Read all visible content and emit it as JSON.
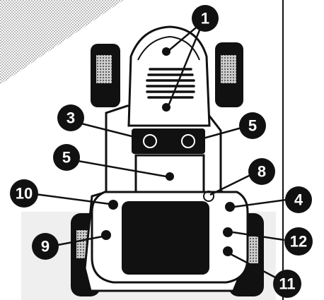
{
  "diagram": {
    "subject": "tractor-top-view",
    "colors": {
      "ink": "#111111",
      "tire_tread": "#9a9a9a",
      "hatch": "#b9b9b9",
      "paper": "#ffffff",
      "watermark": "#ededed"
    },
    "callouts": [
      {
        "id": "c1",
        "number": "1"
      },
      {
        "id": "c3",
        "number": "3"
      },
      {
        "id": "c5a",
        "number": "5"
      },
      {
        "id": "c5b",
        "number": "5"
      },
      {
        "id": "c8",
        "number": "8"
      },
      {
        "id": "c10",
        "number": "10"
      },
      {
        "id": "c4",
        "number": "4"
      },
      {
        "id": "c9",
        "number": "9"
      },
      {
        "id": "c12",
        "number": "12"
      },
      {
        "id": "c11",
        "number": "11"
      }
    ]
  }
}
